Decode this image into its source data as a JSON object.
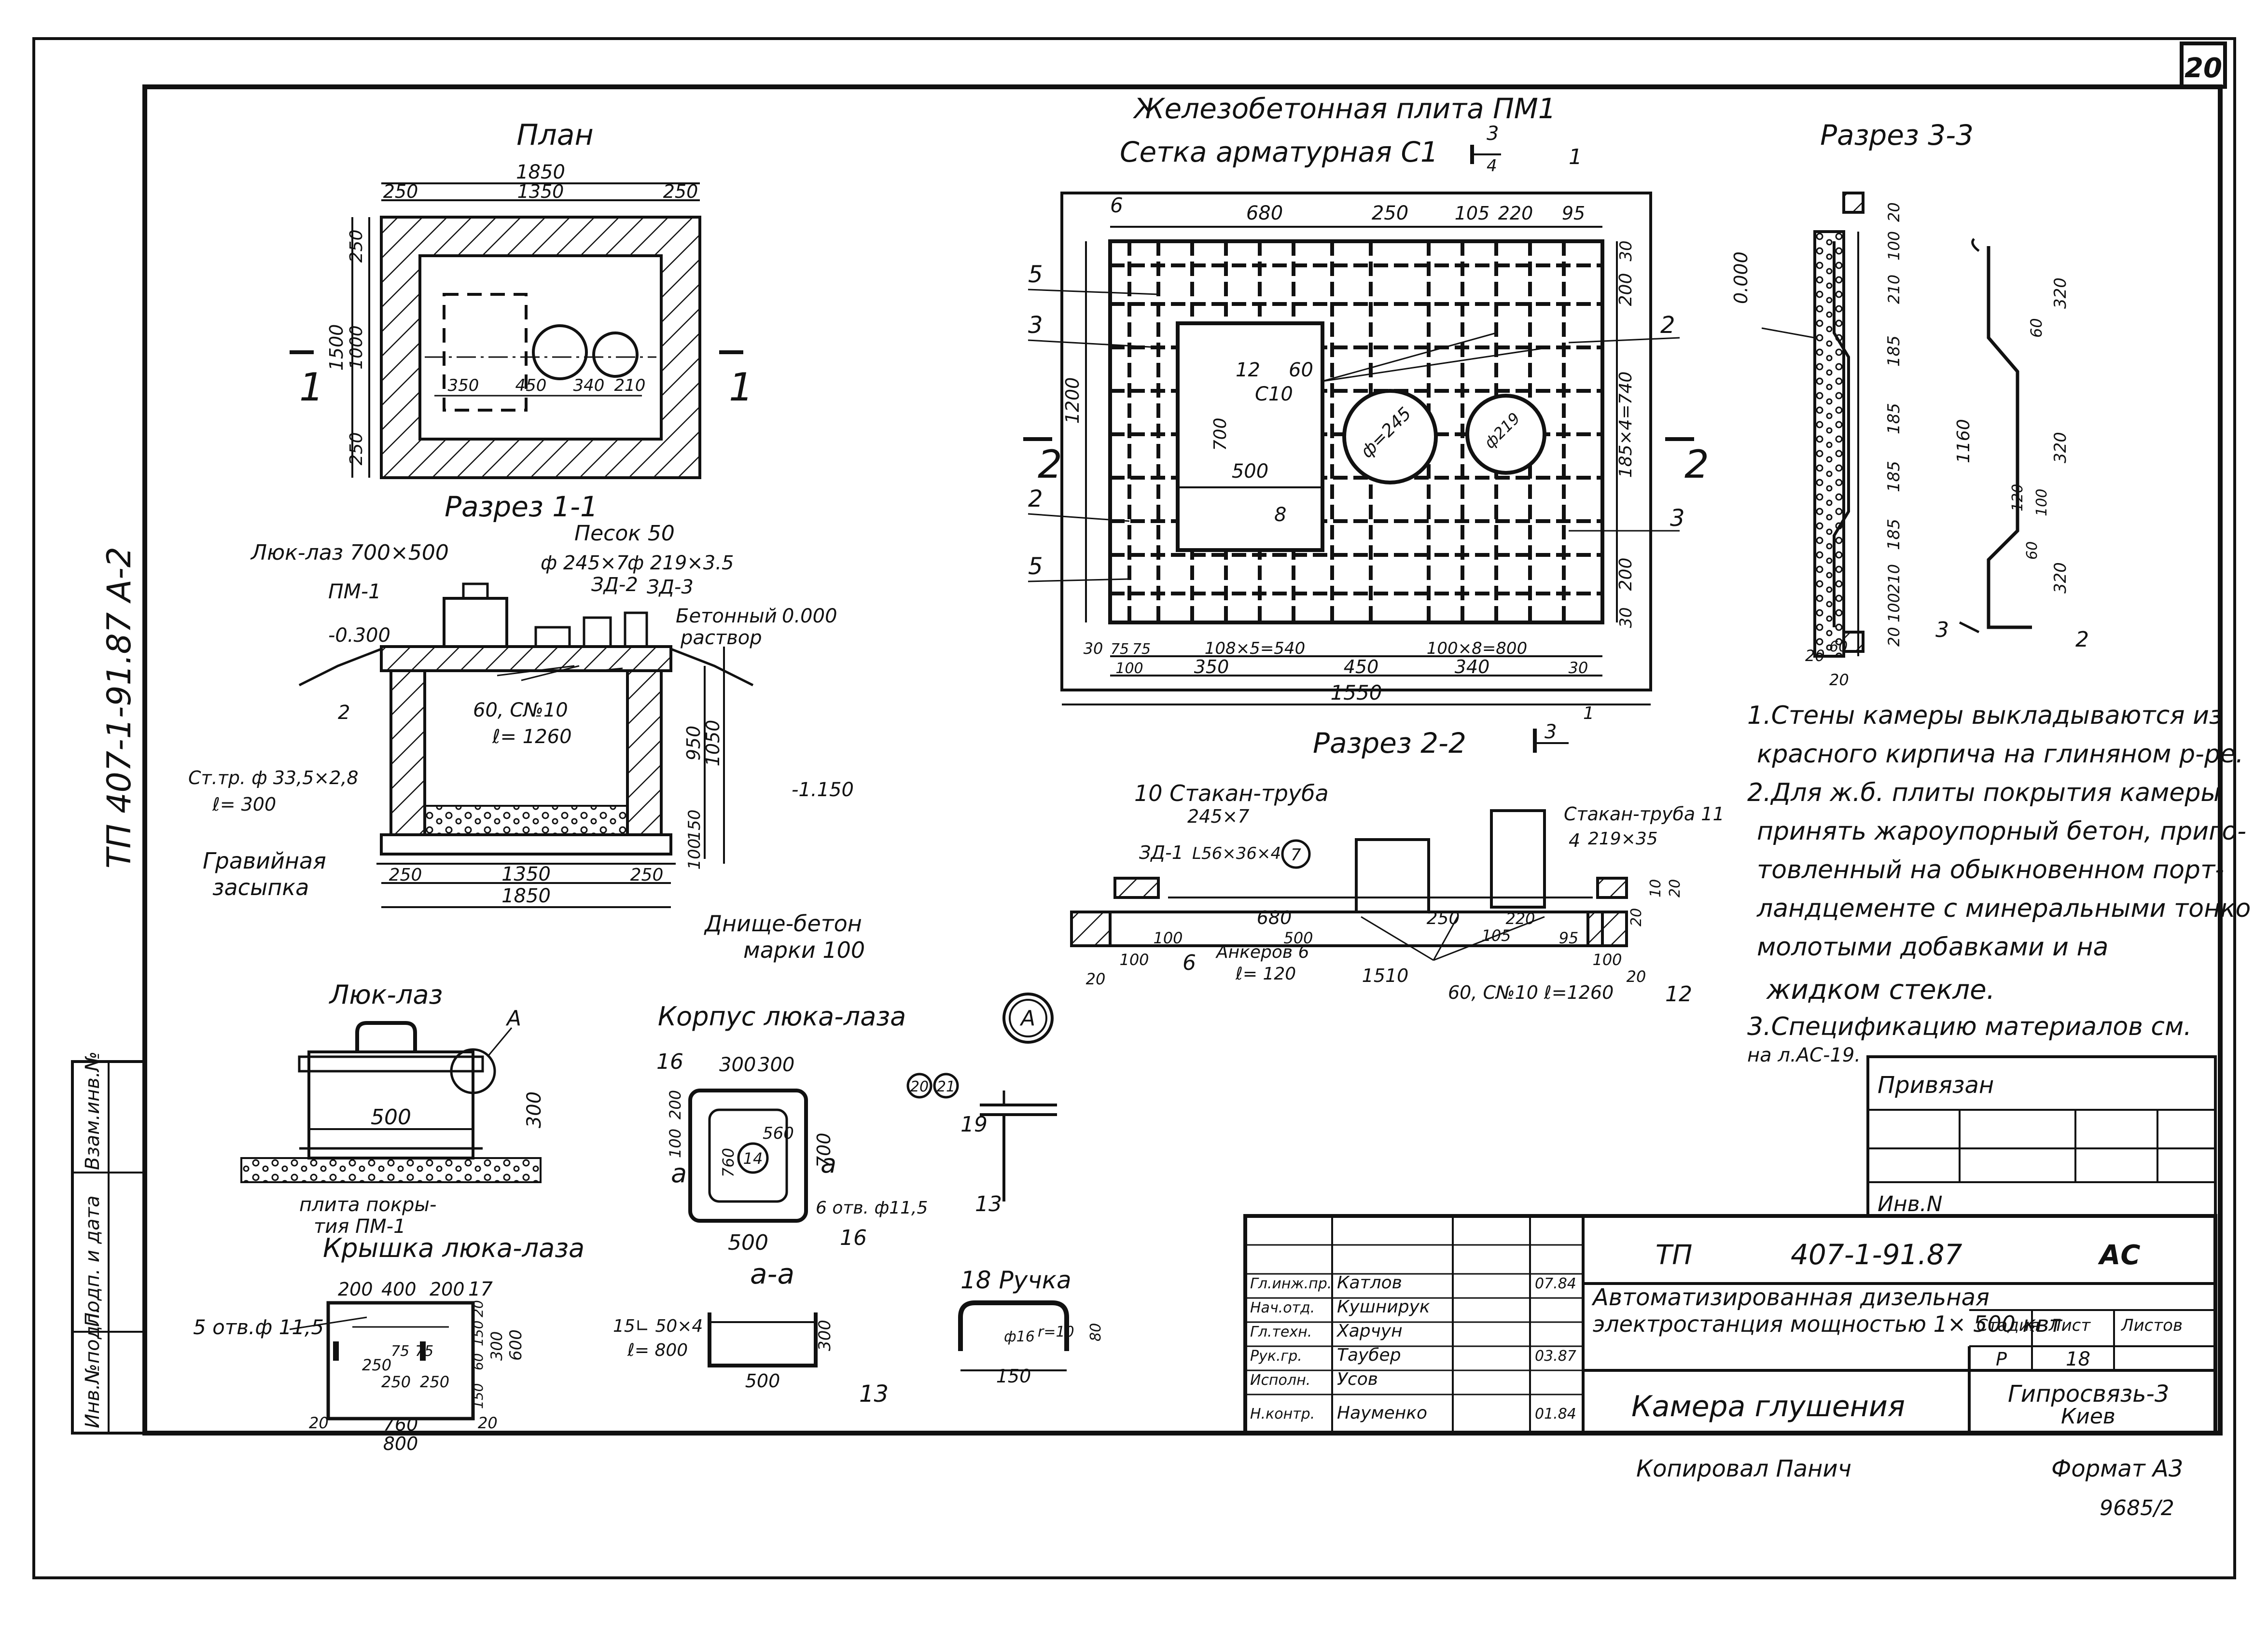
{
  "sheet": {
    "number": "20",
    "side_code": "ТП 407-1-91.87  А-2"
  },
  "plan": {
    "title": "План",
    "dims": [
      "1850",
      "250",
      "1350",
      "250",
      "1500",
      "250",
      "1000",
      "250",
      "350",
      "450",
      "340",
      "210"
    ],
    "section_marks": [
      "1",
      "1"
    ]
  },
  "section11": {
    "title": "Разрез 1-1",
    "labels": {
      "hatch": "Люк-лаз 700×500",
      "pm1": "ПМ-1",
      "sand": "Песок 50",
      "pipe1": "ф 245×7",
      "pipe2": "ф 219×3.5",
      "zd2": "ЗД-2",
      "zd3": "ЗД-3",
      "concrete": "Бетонный",
      "zero": "0.000",
      "mortar": "раствор",
      "minus300": "-0.300",
      "mark2": "2",
      "rod": "60, С№10",
      "len": "ℓ= 1260",
      "pipe_st": "Ст.тр. ф 33,5×2,8",
      "len2": "ℓ= 300",
      "minus1150": "-1.150",
      "gravel1": "Гравийная",
      "gravel2": "засыпка",
      "bottom1": "Днище-бетон",
      "bottom2": "марки 100"
    },
    "dims": [
      "950",
      "1050",
      "150",
      "100",
      "250",
      "1350",
      "250",
      "1850"
    ]
  },
  "slab": {
    "title1": "Железобетонная плита ПМ1",
    "title2": "Сетка арматурная С1",
    "labels": {
      "mark12": "12",
      "rod60": "60",
      "c10": "С10",
      "d245": "ф=245",
      "d219": "ф219",
      "w700": "700",
      "w500": "500",
      "mark8": "8"
    },
    "top_dims": [
      "680",
      "250",
      "105",
      "220",
      "95"
    ],
    "right_dims": [
      "30",
      "200",
      "185×4=740",
      "200",
      "30"
    ],
    "left_dim": "1200",
    "bottom_dims": [
      "30",
      "75",
      "75",
      "100",
      "350",
      "108×5=540",
      "450",
      "100×8=800",
      "340",
      "30"
    ],
    "total": "1550",
    "left_marks": [
      "6",
      "5",
      "3",
      "2",
      "5"
    ],
    "right_marks": [
      "1",
      "2",
      "3"
    ],
    "section2": [
      "2",
      "2"
    ],
    "section3_top": [
      "3",
      "4"
    ],
    "section3_bottom": [
      "3",
      "1"
    ]
  },
  "section33": {
    "title": "Разрез 3-3",
    "level": "0.000",
    "dims_a": [
      "20",
      "100",
      "210",
      "185",
      "185",
      "185",
      "185",
      "210",
      "100",
      "20"
    ],
    "dims_b": [
      "320",
      "60",
      "320",
      "1160",
      "120",
      "100",
      "60",
      "320"
    ],
    "marks": [
      "3",
      "2"
    ],
    "bottom": [
      "20",
      "60",
      "20"
    ]
  },
  "section22": {
    "title": "Разрез 2-2",
    "labels": {
      "pipe10": "10  Стакан-труба",
      "pipe10d": "245×7",
      "pipe11": "Стакан-труба 11",
      "pipe11d": "219×35",
      "mark4": "4",
      "zd1": "ЗД-1",
      "l56": "L56×36×4",
      "mark7": "7",
      "anchor": "Анкеров  6",
      "len120": "ℓ= 120",
      "rods": "60, С№10  ℓ=1260",
      "mark12": "12",
      "mark6": "6"
    },
    "dims": [
      "680",
      "500",
      "250",
      "105",
      "220",
      "95",
      "100",
      "100",
      "1510",
      "20",
      "20",
      "100",
      "20",
      "10",
      "20"
    ]
  },
  "notes": [
    "1.Стены камеры выкладываются из",
    "красного кирпича на глиняном р-ре.",
    "2.Для ж.б. плиты покрытия камеры",
    "принять жароупорный бетон, приго-",
    "товленный на обыкновенном порт-",
    "ландцементе с минеральными тонко",
    "молотыми добавками и на",
    "жидком стекле.",
    "3.Спецификацию материалов см.",
    "на л.АС-19."
  ],
  "hatch_detail": {
    "title": "Люк-лаз",
    "mark_a": "А",
    "w500": "500",
    "h300": "300",
    "slab1": "плита покры-",
    "slab2": "тия ПМ-1"
  },
  "body_detail": {
    "title": "Корпус люка-лаза",
    "mark16": "16",
    "dims": [
      "300",
      "300",
      "200",
      "100",
      "560",
      "700",
      "760",
      "500"
    ],
    "mark14": "14",
    "a_mark": "а",
    "holes": "6 отв. ф11,5",
    "mark13": "13",
    "mark16b": "16",
    "circle_a": "А"
  },
  "detail_a": {
    "marks": [
      "20",
      "21"
    ],
    "mark19": "19",
    "mark13": "13"
  },
  "lid": {
    "title": "Крышка люка-лаза",
    "top_dims": [
      "200",
      "400",
      "200"
    ],
    "mark17": "17",
    "holes": "5 отв.ф 11,5",
    "dims_in": [
      "250",
      "75",
      "75",
      "250",
      "250"
    ],
    "right_dims": [
      "20",
      "150",
      "60",
      "150",
      "300",
      "600"
    ],
    "bottom": [
      "20",
      "760",
      "20",
      "800"
    ]
  },
  "section_aa": {
    "title": "а-а",
    "lbl": "15∟ 50×4",
    "len": "ℓ= 800",
    "w500": "500",
    "h300": "300",
    "mark13": "13"
  },
  "handle": {
    "title": "18   Ручка",
    "d16": "ф16",
    "r10": "r=10",
    "h80": "80",
    "w150": "150"
  },
  "binding": {
    "title": "Привязан",
    "inv": "Инв.N"
  },
  "title_block": {
    "code_prefix": "ТП",
    "code": "407-1-91.87",
    "part": "АС",
    "desc1": "Автоматизированная дизельная",
    "desc2": "электростанция мощностью  1× 500 квт",
    "stage_h": "Стадия",
    "sheet_h": "Лист",
    "sheets_h": "Листов",
    "stage": "Р",
    "sheet": "18",
    "sheets": "",
    "name": "Камера глушения",
    "org1": "Гипросвязь-3",
    "org2": "Киев",
    "roles": [
      {
        "role": "Гл.инж.пр.",
        "name": "Катлов",
        "date": "07.84"
      },
      {
        "role": "Нач.отд.",
        "name": "Кушнирук",
        "date": ""
      },
      {
        "role": "Гл.техн.",
        "name": "Харчун",
        "date": ""
      },
      {
        "role": "Рук.гр.",
        "name": "Таубер",
        "date": "03.87"
      },
      {
        "role": "Исполн.",
        "name": "Усов",
        "date": ""
      },
      {
        "role": "",
        "name": "",
        "date": ""
      },
      {
        "role": "Н.контр.",
        "name": "Науменко",
        "date": "01.84"
      }
    ]
  },
  "left_stamp": [
    "Взам.инв.№",
    "Подп. и дата",
    "Инв.№подл."
  ],
  "footer": {
    "copied": "Копировал Панич",
    "format": "Формат А3",
    "number": "9685/2"
  }
}
